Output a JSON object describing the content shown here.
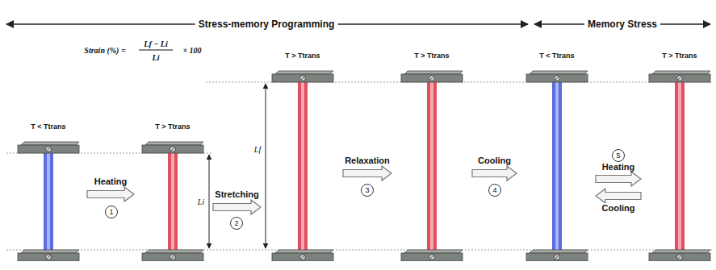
{
  "diagram": {
    "nodes": [
      {
        "text": [
          "T < Ttrans"
        ]
      },
      {
        "text": [
          "T > Ttrans"
        ]
      },
      {
        "text": [
          "T > Ttrans"
        ]
      },
      {
        "text": [
          "T > Ttrans"
        ]
      },
      {
        "text": [
          "T < Ttrans"
        ]
      },
      {
        "text": [
          "T > Ttrans"
        ]
      }
    ],
    "edges": [
      {
        "from": 0,
        "to": 1,
        "arrow": "to",
        "label": "Heating"
      },
      {
        "from": 1,
        "to": 2,
        "arrow": "to",
        "label": "Stretching"
      },
      {
        "from": 2,
        "to": 3,
        "arrow": "to",
        "label": "Relaxation"
      },
      {
        "from": 3,
        "to": 4,
        "arrow": "to",
        "label": "Cooling"
      },
      {
        "from": 4,
        "to": 5,
        "arrow": "to",
        "label": "Heating"
      },
      {
        "from": 5,
        "to": 4,
        "arrow": "to",
        "label": "Cooling"
      }
    ],
    "labels": [
      "Stress-memory Programming",
      "Memory Stress",
      "Strain (%) =",
      "Lf − Li",
      "Li",
      "× 100",
      "Li",
      "Lf",
      "1",
      "2",
      "3",
      "4",
      "5"
    ]
  }
}
